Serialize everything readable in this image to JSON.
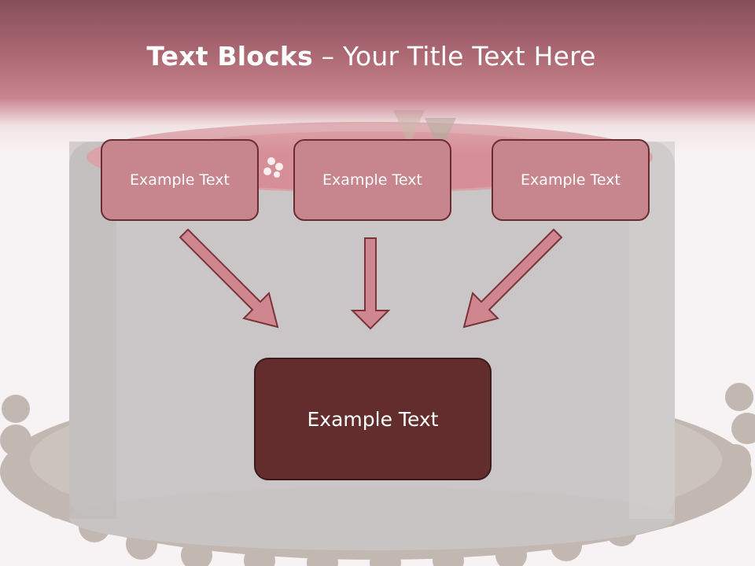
{
  "title": {
    "bold_part": "Text Blocks",
    "separator": " – ",
    "regular_part": "Your Title Text Here"
  },
  "blocks": {
    "left": "Example Text",
    "center": "Example Text",
    "right": "Example Text",
    "bottom": "Example Text"
  },
  "colors": {
    "header_band": "#a45a66",
    "top_box_fill": "#c7868e",
    "top_box_border": "#6a2c2f",
    "bottom_box_fill": "#632d2e",
    "arrow_fill": "#cf868e",
    "arrow_stroke": "#7a3338"
  }
}
